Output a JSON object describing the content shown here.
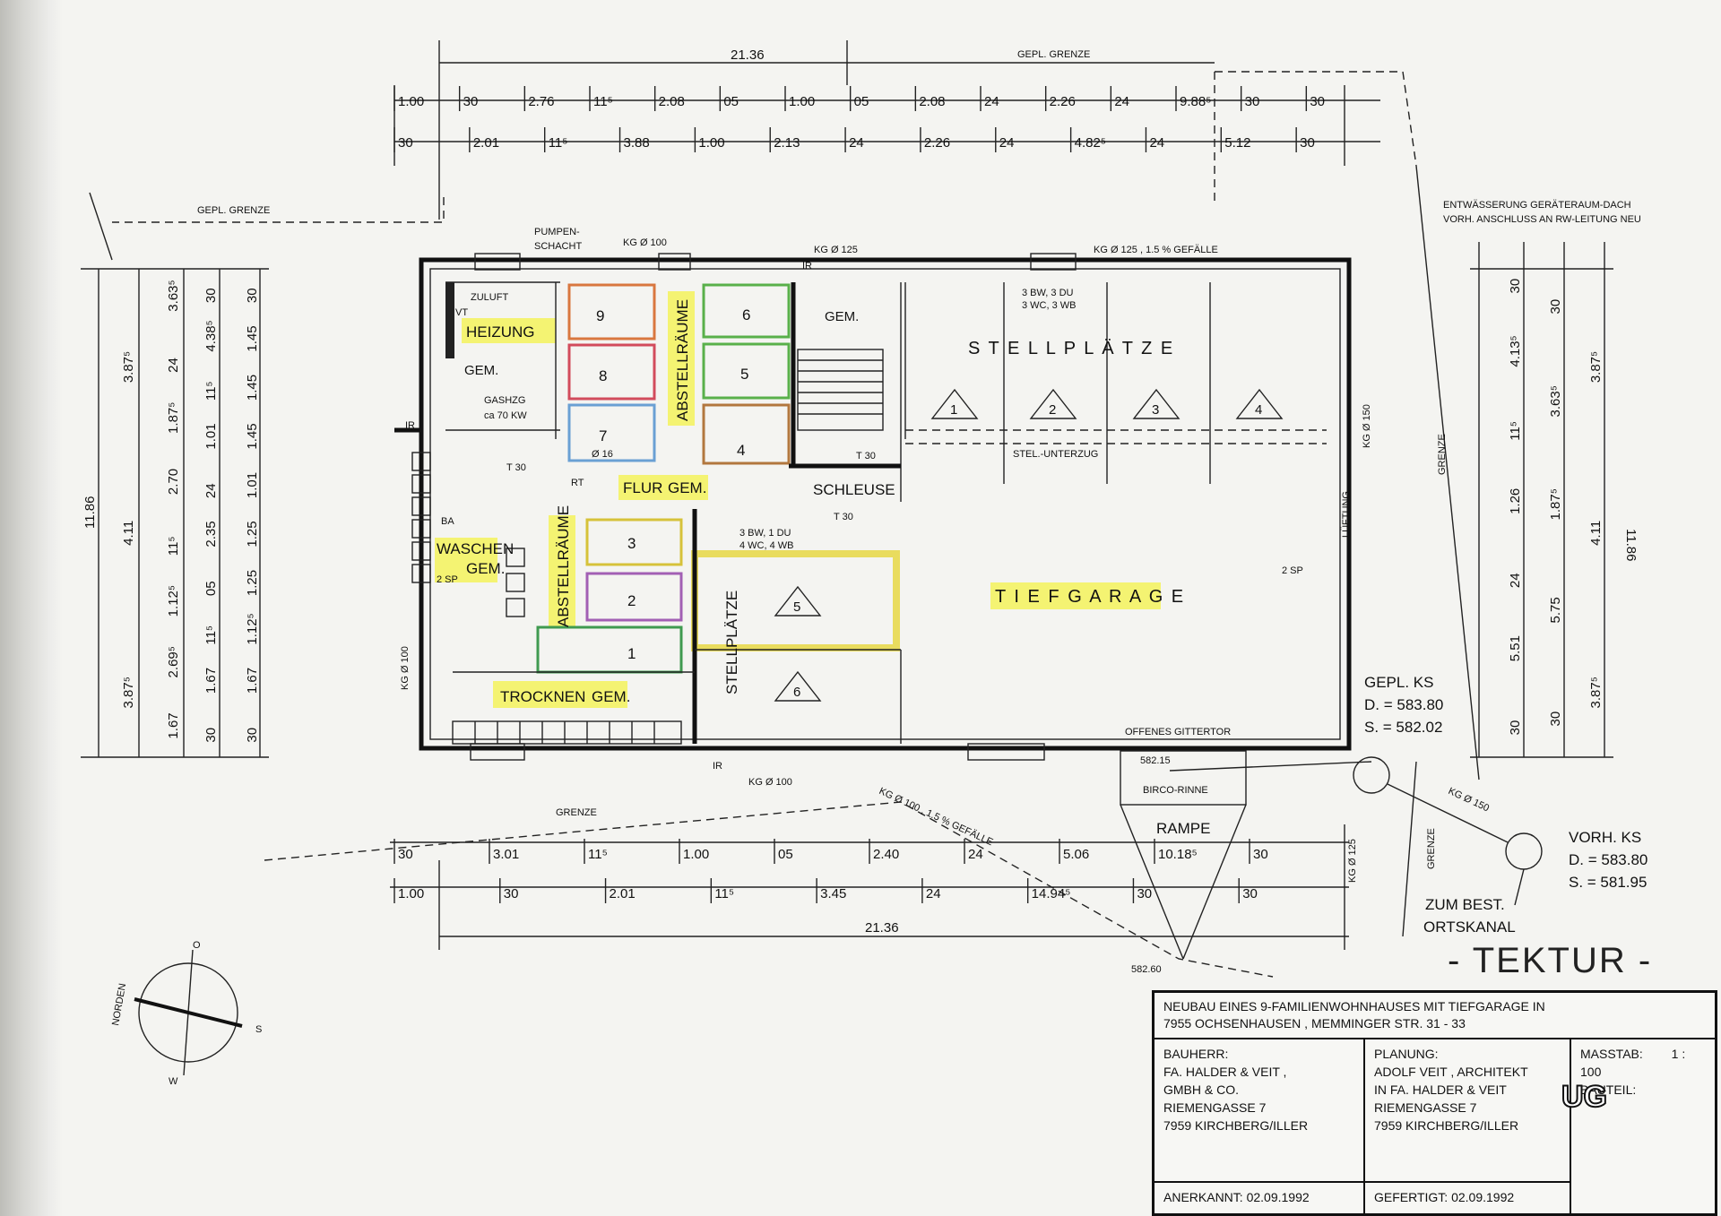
{
  "plan": {
    "top_total": "21.36",
    "bottom_total": "21.36",
    "left_total": "11.86",
    "right_total": "11.86",
    "top_row1": [
      "1.00",
      "30",
      "2.76",
      "11⁵",
      "2.08",
      "05",
      "1.00",
      "05",
      "2.08",
      "24",
      "2.26",
      "24",
      "9.88⁵",
      "30",
      "30"
    ],
    "top_row2": [
      "30",
      "2.01",
      "11⁵",
      "3.88",
      "1.00",
      "2.13",
      "24",
      "2.26",
      "24",
      "4.82⁵",
      "24",
      "5.12",
      "30"
    ],
    "bottom_row1": [
      "30",
      "3.01",
      "11⁵",
      "1.00",
      "05",
      "2.40",
      "24",
      "5.06",
      "10.18⁵",
      "30"
    ],
    "bottom_row2": [
      "1.00",
      "30",
      "2.01",
      "11⁵",
      "3.45",
      "24",
      "14.94⁵",
      "30",
      "30"
    ],
    "left_col": [
      "3.87⁵",
      "4.11",
      "3.87⁵"
    ],
    "left_col2": [
      "3.63⁵",
      "24",
      "1.87⁵",
      "2.70",
      "11⁵",
      "1.12⁵",
      "2.69⁵",
      "1.67"
    ],
    "left_col3": [
      "30",
      "4.38⁵",
      "11⁵",
      "1.01",
      "24",
      "2.35",
      "05",
      "11⁵",
      "1.67",
      "30"
    ],
    "left_col4": [
      "30",
      "1.45",
      "1.45",
      "1.45",
      "1.01",
      "1.25",
      "1.25",
      "1.12⁵",
      "1.67",
      "30"
    ],
    "right_col": [
      "30",
      "4.13⁵",
      "11⁵",
      "1.26",
      "24",
      "5.51",
      "30"
    ],
    "right_col2": [
      "30",
      "3.63⁵",
      "1.87⁵",
      "5.75",
      "30"
    ],
    "right_col3": [
      "3.87⁵",
      "4.11",
      "3.87⁵"
    ],
    "labels": {
      "gepl_grenze": "GEPL. GRENZE",
      "grenze": "GRENZE",
      "pumpenschacht": "PUMPEN-\nSCHACHT",
      "pumpen": "PUMPEN-",
      "schacht": "SCHACHT",
      "zuluft": "ZULUFT",
      "vt": "VT",
      "heizung": "HEIZUNG",
      "gem": "GEM.",
      "gashzg": "GASHZG",
      "gas_kw": "ca 70 KW",
      "abstellraeume": "ABSTELLRÄUME",
      "flur": "FLUR",
      "flur_gem": "GEM.",
      "schleuse": "SCHLEUSE",
      "waschen": "WASCHEN",
      "trocknen": "TROCKNEN",
      "trocknen_gem": "GEM.",
      "stellplaetze": "S T E L L P L Ä T Z E",
      "stellplaetze_v": "STELLPLÄTZE",
      "tiefgarage": "T I E F G A R A G E",
      "rampe": "RAMPE",
      "stel_unterzug": "STEL.-UNTERZUG",
      "lueftung": "LÜFTUNG",
      "offenes_gittertor": "OFFENES GITTERTOR",
      "birco_rinne": "BIRCO-RINNE",
      "entwaesserung": "ENTWÄSSERUNG GERÄTERAUM-DACH",
      "entwaesserung2": "VORH. ANSCHLUSS AN RW-LEITUNG NEU",
      "kg100_top": "KG Ø 100",
      "kg125_a": "KG Ø 125",
      "kg125_b": "KG Ø 125 , 1.5 % GEFÄLLE",
      "kg100_bottom": "KG Ø 100",
      "kg100_diag": "KG Ø 100 , 1.5 % GEFÄLLE",
      "kg150_diag": "KG Ø 150",
      "kg150_v": "KG Ø 150",
      "kg100_left": "KG Ø 100",
      "kg125_right": "KG Ø 125",
      "t30": "T 30",
      "rt": "RT",
      "ba": "BA",
      "sp2": "2 SP",
      "sp2_r": "2 SP",
      "dusch1": "3 BW, 1 DU",
      "dusch2": "4 WC, 4 WB",
      "dusch3": "3 BW, 3 DU",
      "dusch4": "3 WC, 3 WB",
      "elev1": "582.15",
      "elev2": "582.60",
      "d16": "Ø 16",
      "norden": "NORDEN",
      "ost": "O",
      "sued": "S",
      "west": "W",
      "gepl_ks": "GEPL. KS",
      "gepl_ks_d": "D. = 583.80",
      "gepl_ks_s": "S. = 582.02",
      "vorh_ks": "VORH. KS",
      "vorh_ks_d": "D. = 583.80",
      "vorh_ks_s": "S. = 581.95",
      "zum_best": "ZUM BEST.",
      "ortskanal": "ORTSKANAL",
      "ir": "IR"
    },
    "rooms": [
      "9",
      "8",
      "7",
      "6",
      "5",
      "4",
      "3",
      "2",
      "1"
    ],
    "parking": [
      "1",
      "2",
      "3",
      "4",
      "5",
      "6"
    ]
  },
  "tektur": "- TEKTUR -",
  "title_block": {
    "project_line1": "NEUBAU EINES 9-FAMILIENWOHNHAUSES MIT TIEFGARAGE IN",
    "project_line2": "7955 OCHSENHAUSEN ,  MEMMINGER STR. 31 - 33",
    "bauherr_head": "BAUHERR:",
    "bauherr_lines": [
      "FA. HALDER & VEIT ,",
      "GMBH & CO.",
      "RIEMENGASSE 7",
      "7959 KIRCHBERG/ILLER"
    ],
    "planung_head": "PLANUNG:",
    "planung_lines": [
      "ADOLF VEIT ,  ARCHITEKT",
      "IN FA. HALDER & VEIT",
      "RIEMENGASSE 7",
      "7959 KIRCHBERG/ILLER"
    ],
    "massstab_label": "MASSTAB:",
    "massstab_value": "1 : 100",
    "bauteil_label": "BAUTEIL:",
    "bauteil_value": "UG",
    "anerkannt": "ANERKANNT:   02.09.1992",
    "gefertigt": "GEFERTIGT:   02.09.1992"
  },
  "colors": {
    "highlight": "#f3f25c",
    "room9": "#d9773f",
    "room8": "#d24b5c",
    "room7": "#6aa0d4",
    "room6": "#59b04a",
    "room5": "#59b04a",
    "room4": "#b2773e",
    "room3": "#d6c23a",
    "room2": "#a25fb4",
    "room1": "#3f9a50",
    "parking5": "#e6d63a"
  }
}
